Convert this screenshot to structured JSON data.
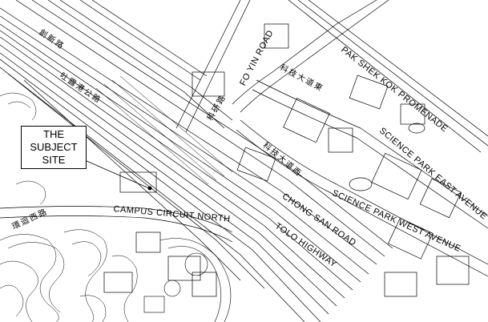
{
  "site_label": {
    "line1": "THE",
    "line2": "SUBJECT",
    "line3": "SITE"
  },
  "roads_en": {
    "fo_yin": "FO YIN ROAD",
    "pak_shek_kok": "PAK SHEK KOK PROMENADE",
    "science_park_east": "SCIENCE PARK EAST  AVENUE",
    "science_park_west": "SCIENCE  PARK WEST  AVENUE",
    "chong_san": "CHONG SAN ROAD",
    "tolo": "TOLO HIGHWAY",
    "campus_circuit": "CAMPUS CIRCUIT NORTH"
  },
  "roads_zh": {
    "chong_sun": "創新路",
    "tolo": "吐露港公路",
    "fo_yin": "科研路",
    "east_ave": "科技大道東",
    "west_ave": "科技大道西",
    "circuit": "環迴西路"
  },
  "colors": {
    "line": "#000000",
    "background": "#ffffff"
  }
}
